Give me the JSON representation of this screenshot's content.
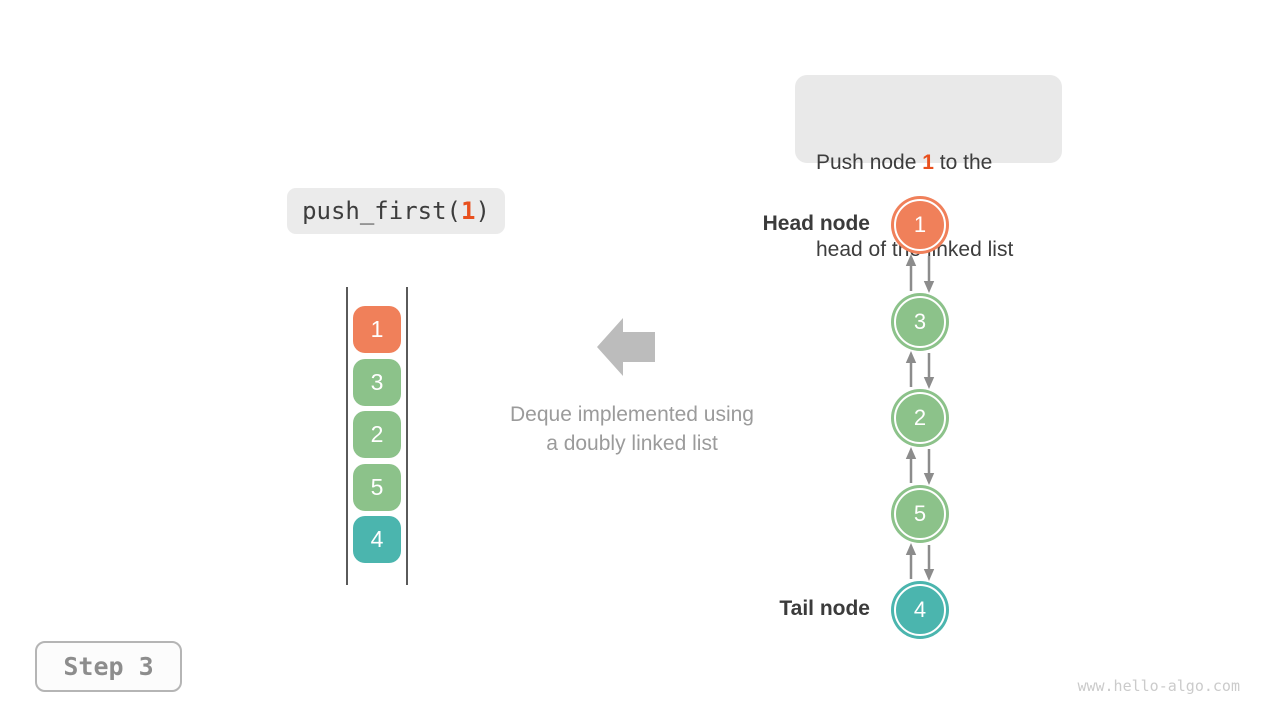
{
  "colors": {
    "node_orange": "#f0805a",
    "node_green": "#8cc28a",
    "node_teal": "#4bb5ae",
    "highlight_orange": "#e8501e",
    "arrow_gray": "#8c8c8c",
    "block_arrow_gray": "#bcbcbc",
    "text_dark": "#3d3d3d",
    "caption_gray": "#9b9b9b",
    "box_gray_bg": "#e9e9e9"
  },
  "callout": {
    "line1_pre": "Push node ",
    "value": "1",
    "line1_post": " to the",
    "line2": "head of the linked list"
  },
  "operation": {
    "pre": "push_first(",
    "arg": "1",
    "post": ")"
  },
  "stack": {
    "cells": [
      {
        "value": "1",
        "color": "orange"
      },
      {
        "value": "3",
        "color": "green"
      },
      {
        "value": "2",
        "color": "green"
      },
      {
        "value": "5",
        "color": "green"
      },
      {
        "value": "4",
        "color": "teal"
      }
    ]
  },
  "caption": {
    "line1": "Deque implemented using",
    "line2": "a doubly linked list"
  },
  "linked_list": {
    "head_label": "Head node",
    "tail_label": "Tail node",
    "nodes": [
      {
        "value": "1",
        "color": "orange"
      },
      {
        "value": "3",
        "color": "green"
      },
      {
        "value": "2",
        "color": "green"
      },
      {
        "value": "5",
        "color": "green"
      },
      {
        "value": "4",
        "color": "teal"
      }
    ]
  },
  "step": {
    "label": "Step 3"
  },
  "watermark": "www.hello-algo.com"
}
